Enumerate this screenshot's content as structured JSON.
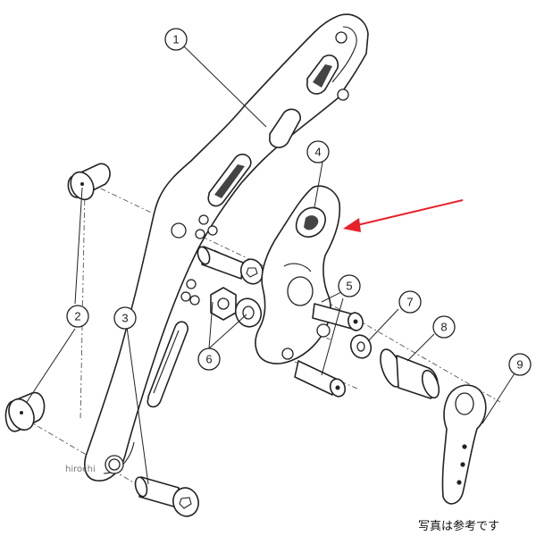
{
  "callouts": [
    "1",
    "2",
    "3",
    "4",
    "5",
    "6",
    "7",
    "8",
    "9"
  ],
  "watermark": "hirochi",
  "caption": "写真は参考です",
  "highlight_arrow_color": "#e8202a",
  "line_color": "#222222"
}
